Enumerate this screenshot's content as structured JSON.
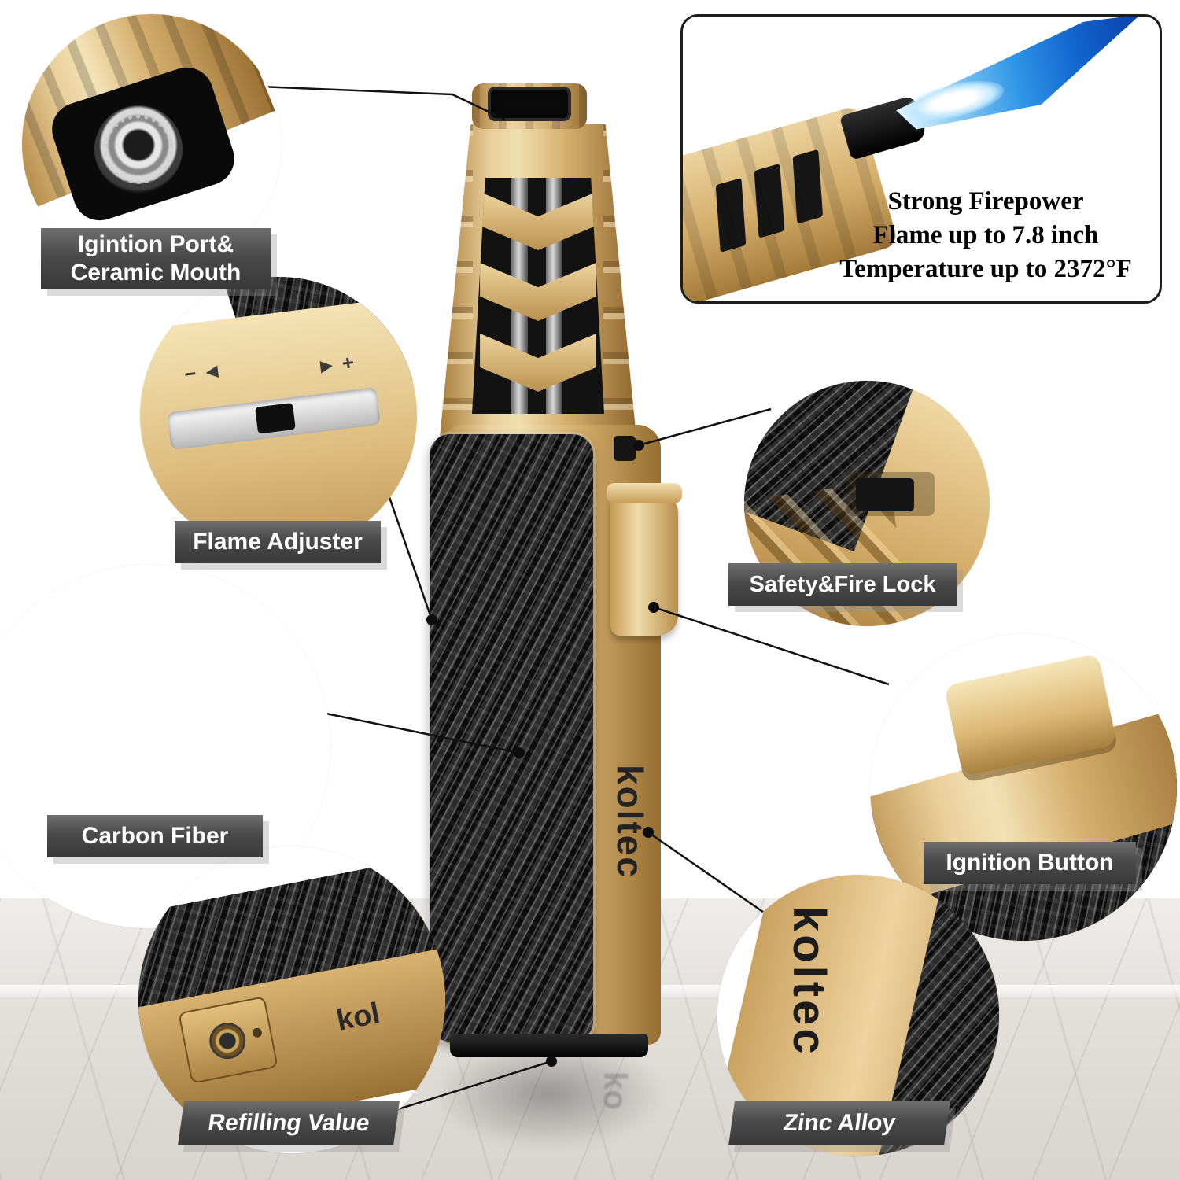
{
  "brand": {
    "name": "koltec",
    "name_partial": "kol",
    "reflection": "ko"
  },
  "colors": {
    "gold": "#d9b377",
    "gold_light": "#f2ddab",
    "gold_dark": "#a87c3e",
    "carbon_black": "#141414",
    "flame_blue": "#2e96e6",
    "label_background": "#4a4a4a",
    "label_text": "#ffffff"
  },
  "feature_box": {
    "line1": "Strong Firepower",
    "line2": "Flame up to 7.8 inch",
    "line3": "Temperature up to 2372°F"
  },
  "callouts": {
    "ignition_port": {
      "line1": "Igintion Port&",
      "line2": "Ceramic Mouth"
    },
    "flame_adjuster": {
      "label": "Flame Adjuster"
    },
    "carbon_fiber": {
      "label": "Carbon Fiber"
    },
    "safety_lock": {
      "label": "Safety&Fire Lock"
    },
    "ignition_button": {
      "label": "Ignition Button"
    },
    "refilling_value": {
      "label": "Refilling Value"
    },
    "zinc_alloy": {
      "label": "Zinc Alloy"
    }
  },
  "adjuster": {
    "minus_mark": "− ◄",
    "plus_mark": "► +"
  }
}
